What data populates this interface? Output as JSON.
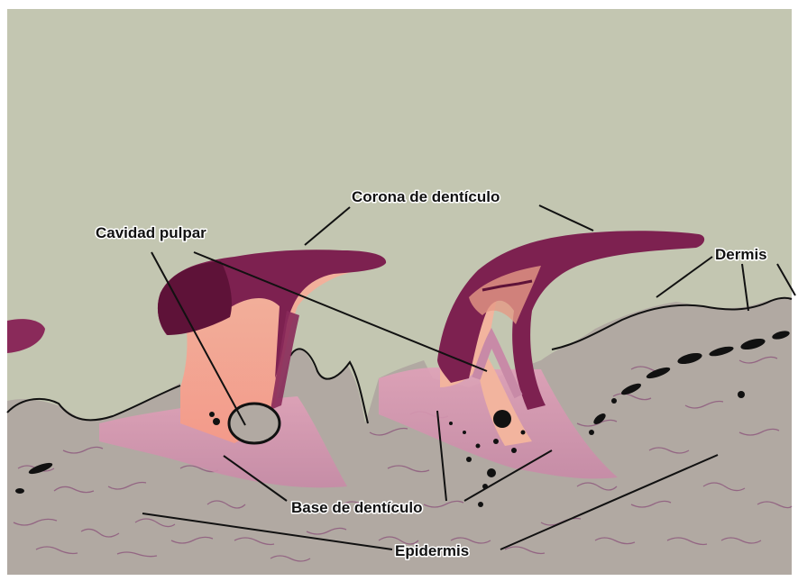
{
  "labels": {
    "corona": "Corona de dentículo",
    "cavidad": "Cavidad pulpar",
    "dermis": "Dermis",
    "base": "Base de dentículo",
    "epidermis": "Epidermis"
  },
  "colors": {
    "background": "#c3c6b1",
    "tissue": "#b1a9a2",
    "fiber": "#8a5079",
    "dentine": "#f0a890",
    "enamel": "#7d2150",
    "enamel_dark": "#5e1238",
    "base_pink": "#d79ab1",
    "outline": "#111111"
  }
}
